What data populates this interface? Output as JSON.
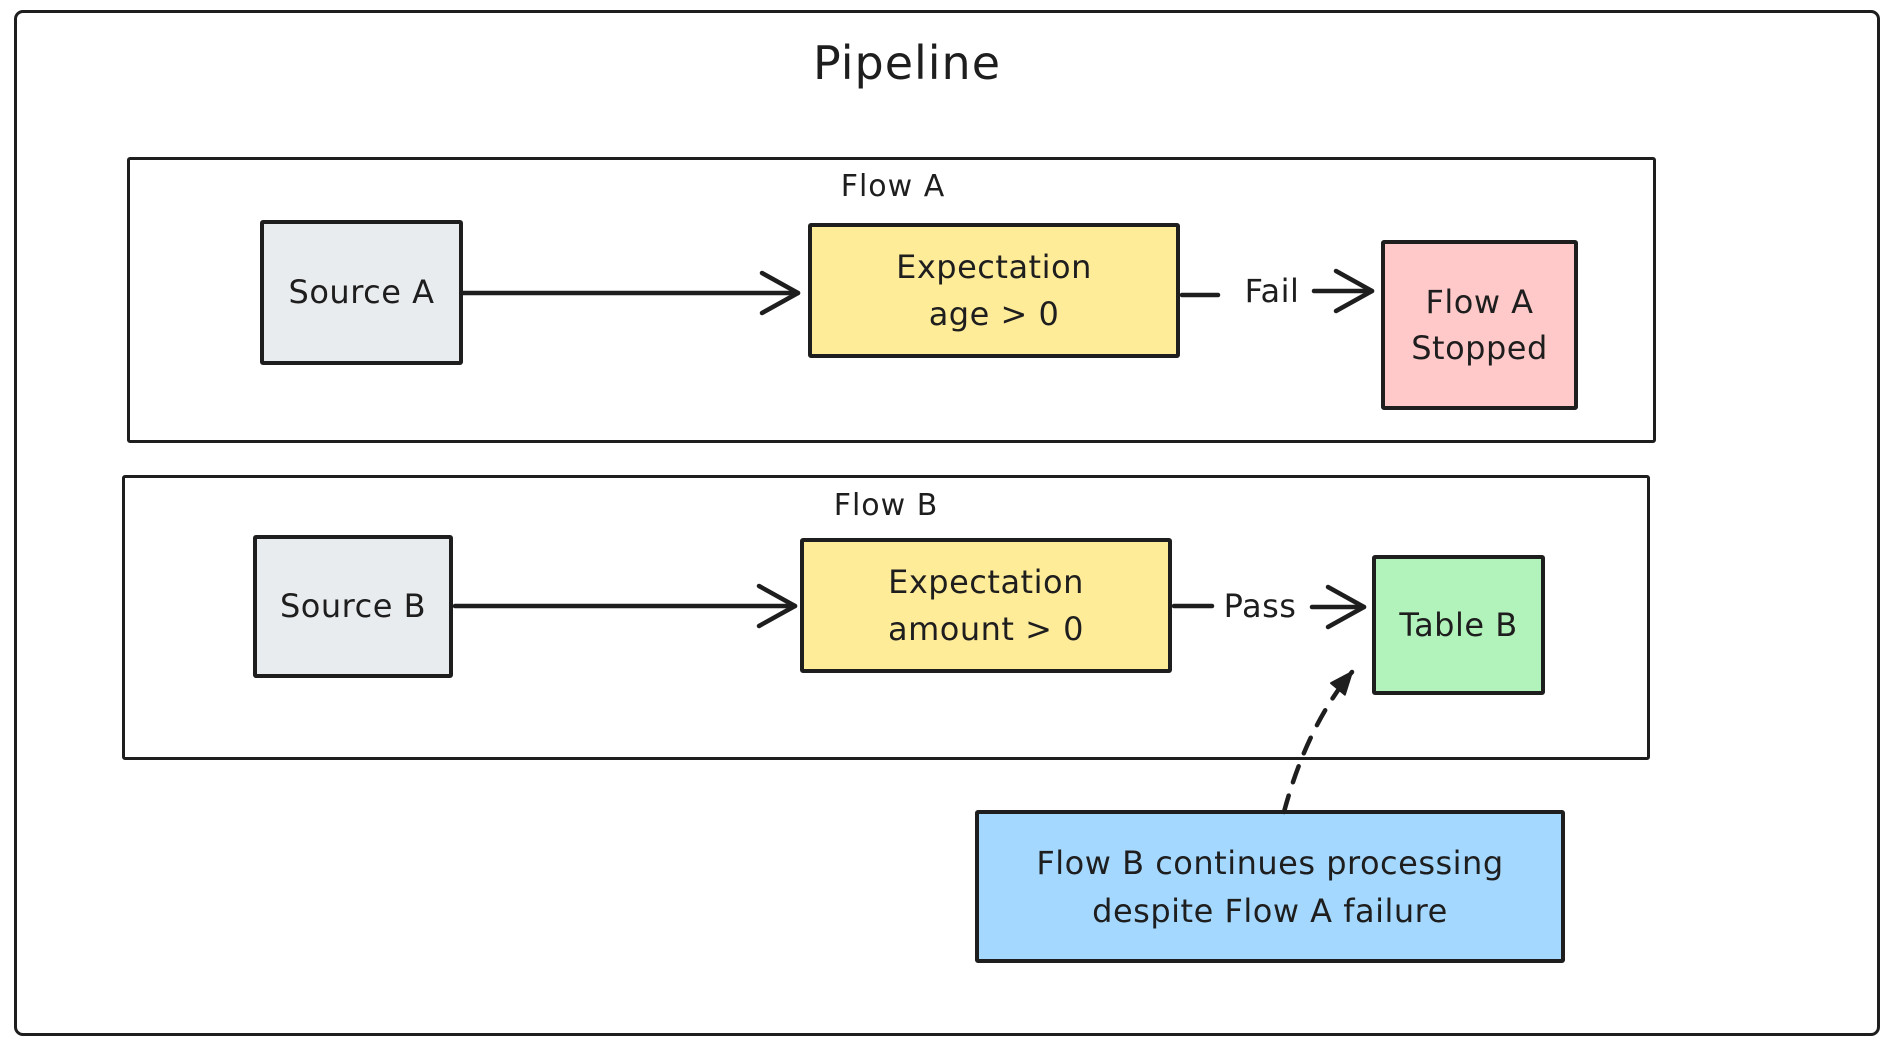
{
  "title": "Pipeline",
  "flow_a": {
    "label": "Flow A",
    "source": "Source A",
    "expectation": {
      "line1": "Expectation",
      "line2": "age > 0"
    },
    "fail_label": "Fail",
    "stopped": {
      "line1": "Flow A",
      "line2": "Stopped"
    }
  },
  "flow_b": {
    "label": "Flow B",
    "source": "Source B",
    "expectation": {
      "line1": "Expectation",
      "line2": "amount > 0"
    },
    "pass_label": "Pass",
    "table": "Table B"
  },
  "note": {
    "line1": "Flow B continues processing",
    "line2": "despite Flow A failure"
  },
  "colors": {
    "stroke": "#1e1e1e",
    "background": "#ffffff",
    "source_fill": "#e9ecef",
    "expectation_fill": "#ffec99",
    "stopped_fill": "#ffc9c9",
    "table_fill": "#b2f2bb",
    "note_fill": "#a5d8ff"
  }
}
